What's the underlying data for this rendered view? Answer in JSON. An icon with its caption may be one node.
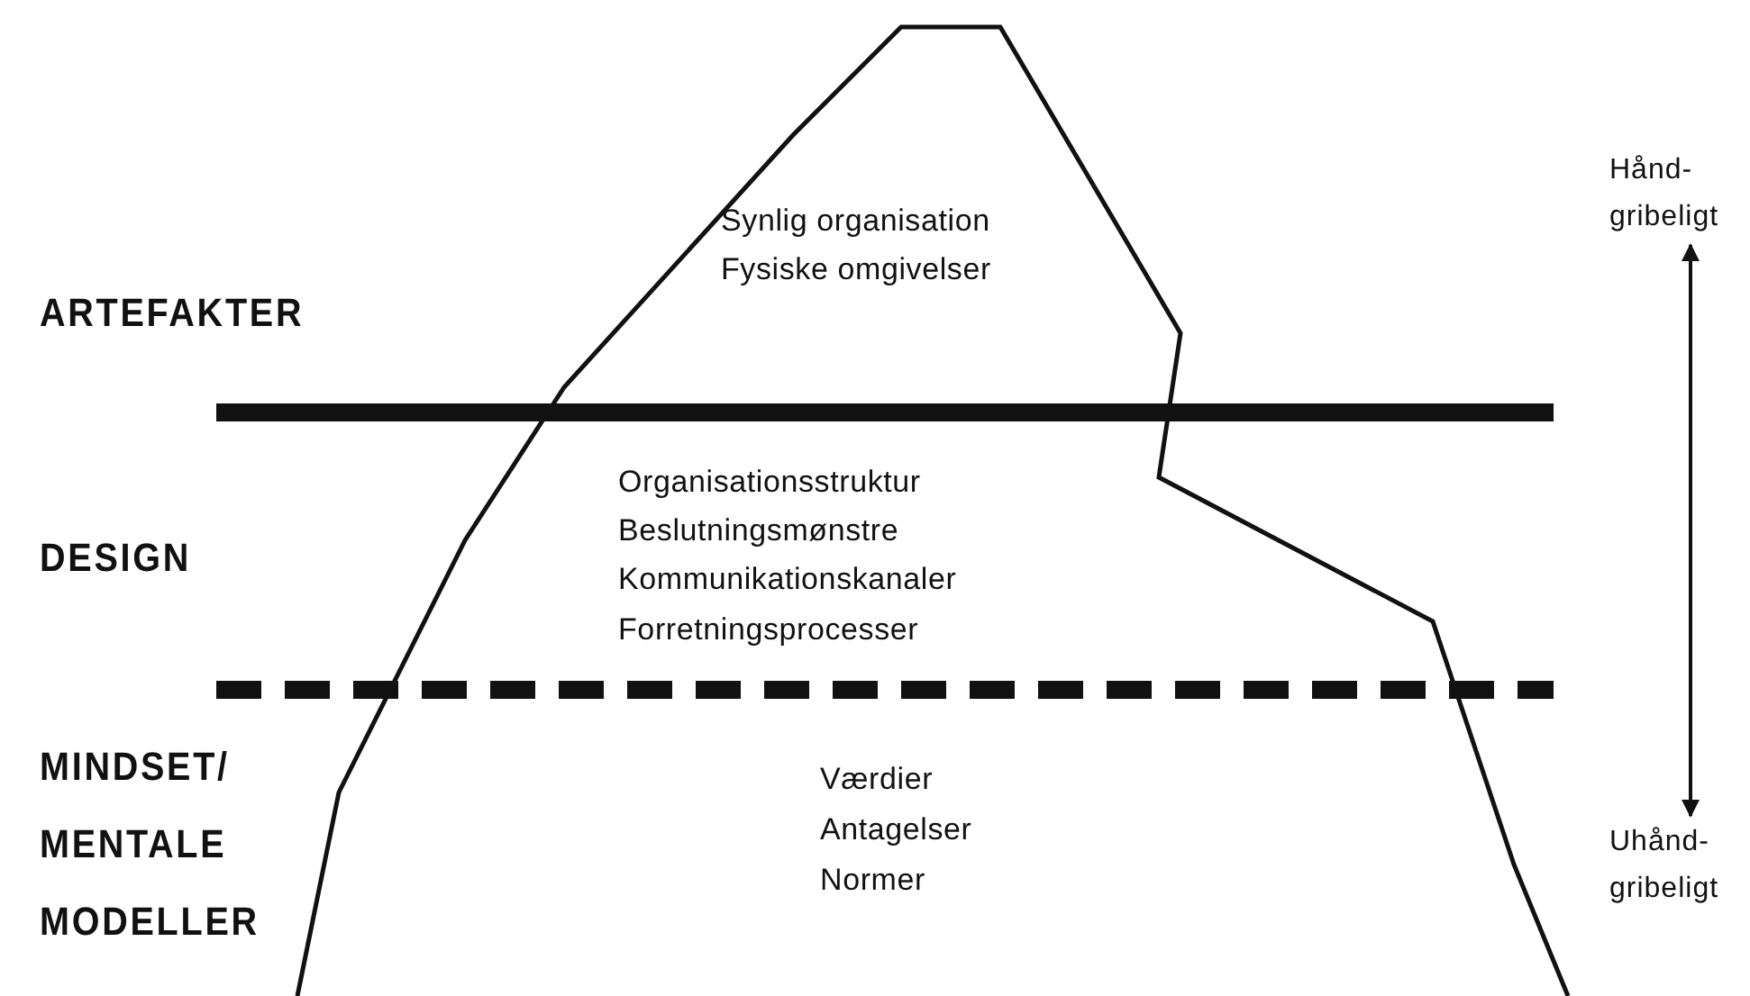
{
  "diagram": {
    "nodes": [
      {
        "text": [
          "Hånd- gribeligt"
        ]
      },
      {
        "text": [
          "Uhånd- gribeligt"
        ]
      }
    ],
    "edges": [
      {
        "from": 0,
        "to": 1,
        "arrow": "both"
      }
    ],
    "labels": [
      "ARTEFAKTER",
      "Synlig organisation",
      "Fysiske omgivelser",
      "DESIGN",
      "Organisationsstruktur",
      "Beslutningsmønstre",
      "Kommunikationskanaler",
      "Forretningsprocesser",
      "MINDSET/ MENTALE MODELLER",
      "Værdier",
      "Antagelser",
      "Normer"
    ]
  }
}
